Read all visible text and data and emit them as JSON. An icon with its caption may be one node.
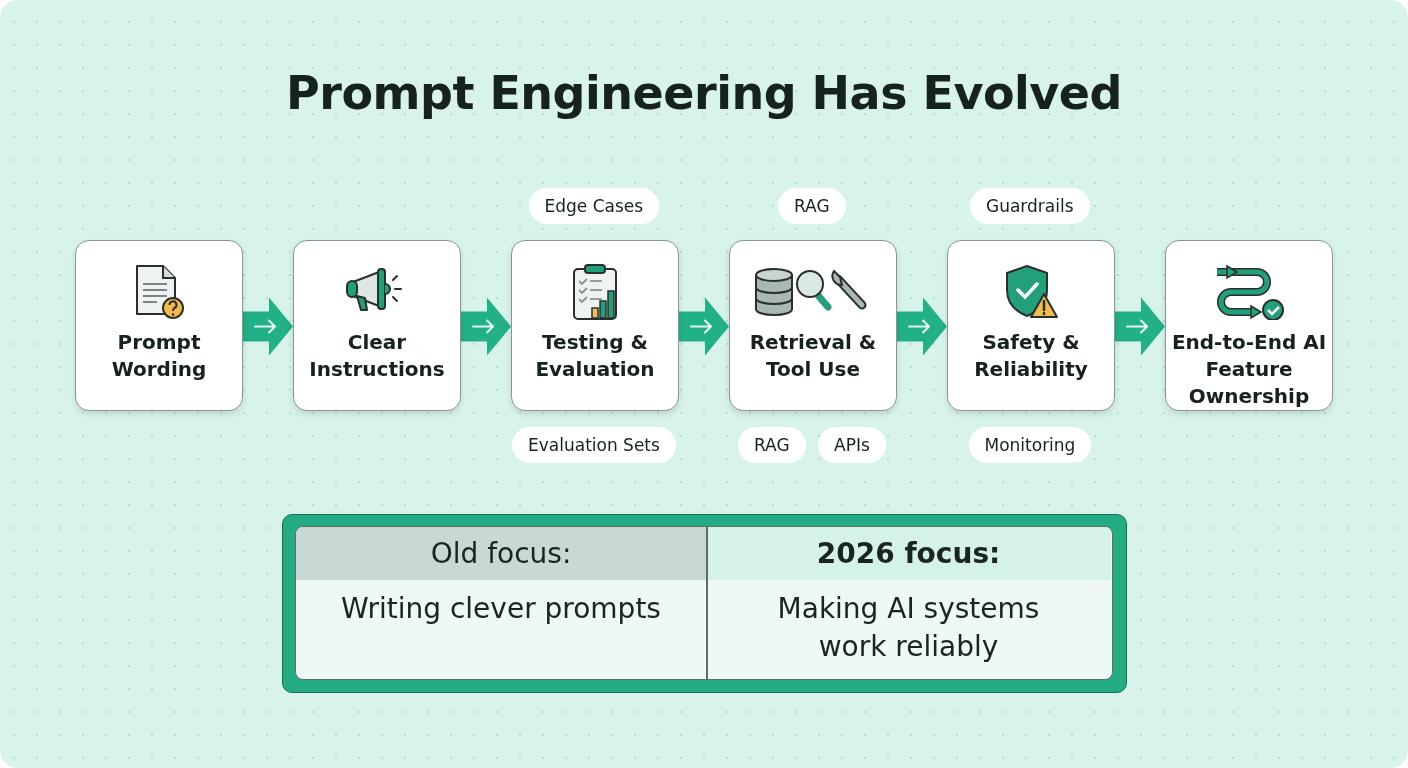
{
  "diagram": {
    "title": "Prompt Engineering Has Evolved",
    "nodes": [
      {
        "text": [
          "Prompt Wording"
        ]
      },
      {
        "text": [
          "Clear Instructions"
        ]
      },
      {
        "text": [
          "Testing & Evaluation"
        ],
        "beside": [
          "Edge Cases",
          "Evaluation Sets"
        ]
      },
      {
        "text": [
          "Retrieval & Tool Use"
        ],
        "beside": [
          "RAG",
          "RAG",
          "APIs"
        ]
      },
      {
        "text": [
          "Safety & Reliability"
        ],
        "beside": [
          "Guardrails",
          "Monitoring"
        ]
      },
      {
        "text": [
          "End-to-End AI Feature Ownership"
        ]
      }
    ],
    "edges": [
      {
        "from": 0,
        "to": 1,
        "arrow": "to"
      },
      {
        "from": 1,
        "to": 2,
        "arrow": "to"
      },
      {
        "from": 2,
        "to": 3,
        "arrow": "to"
      },
      {
        "from": 3,
        "to": 4,
        "arrow": "to"
      },
      {
        "from": 4,
        "to": 5,
        "arrow": "to"
      }
    ],
    "labels": [
      "Old focus:",
      "2026 focus:",
      "Writing clever prompts",
      "Making AI systems work reliably"
    ]
  }
}
